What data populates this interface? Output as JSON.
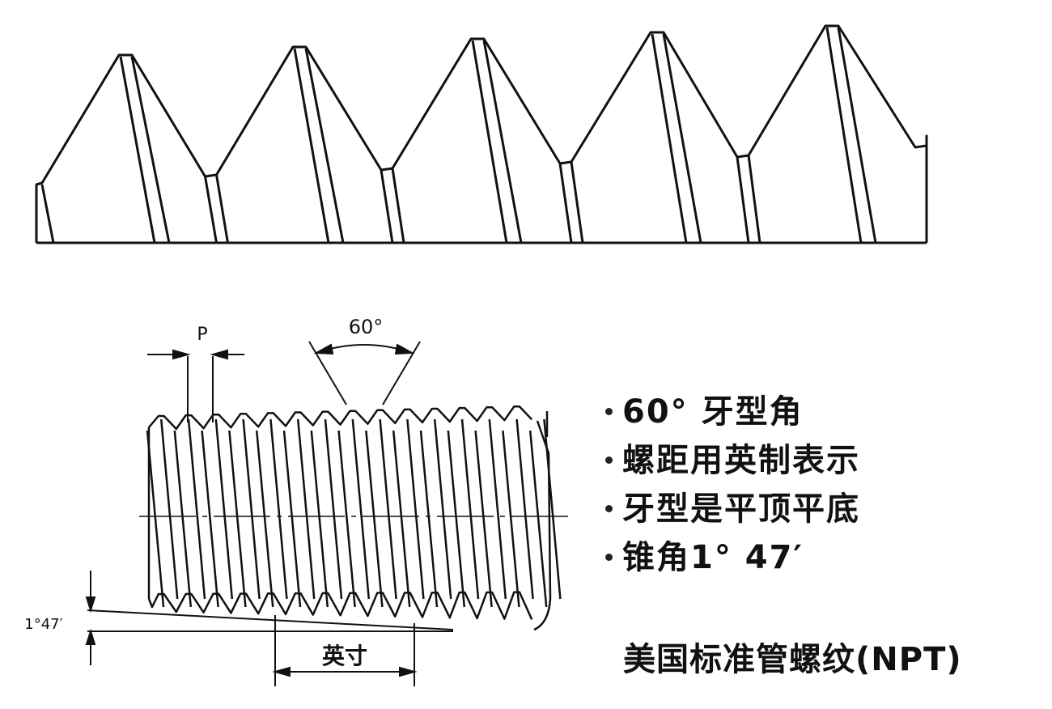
{
  "diagram": {
    "title": "美国标准管螺纹(NPT)",
    "features": [
      "60° 牙型角",
      "螺距用英制表示",
      "牙型是平顶平底",
      "锥角1° 47′"
    ],
    "dimension_labels": {
      "pitch": "P",
      "thread_angle": "60°",
      "taper_angle": "1°47′",
      "gauge_length": "英寸"
    }
  },
  "colors": {
    "stroke": "#111111",
    "background": "#ffffff"
  }
}
